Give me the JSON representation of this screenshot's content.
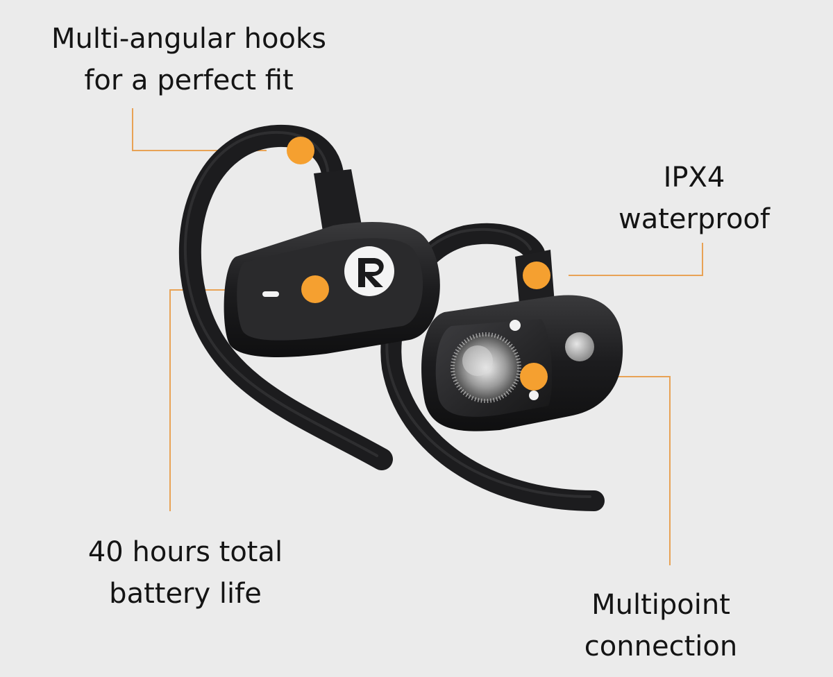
{
  "callouts": {
    "hooks": {
      "line1": "Multi-angular hooks",
      "line2": "for a perfect fit"
    },
    "ipx": {
      "line1": "IPX4",
      "line2": "waterproof"
    },
    "battery": {
      "line1": "40 hours total",
      "line2": "battery life"
    },
    "multipoint": {
      "line1": "Multipoint",
      "line2": "connection"
    }
  },
  "colors": {
    "accent": "#f5a030",
    "leader": "#e8a255",
    "product": "#1b1b1c",
    "background": "#ebebeb"
  },
  "icons": {
    "brand_logo": "r-logo-icon"
  }
}
